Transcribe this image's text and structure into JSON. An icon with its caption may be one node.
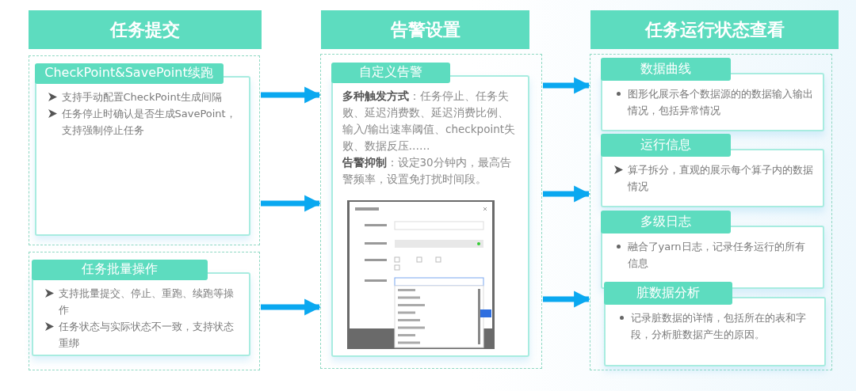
{
  "diagram": {
    "nodes": [
      {
        "text": [
          "任务提交"
        ]
      },
      {
        "text": [],
        "shape": "box"
      },
      {
        "text": [
          "CheckPoint&SavePoint续跑",
          "支持手动配置CheckPoint生成间隔",
          "任务停止时确认是否生成SavePoint，支持强制停止任务"
        ],
        "in": 1
      },
      {
        "text": [],
        "shape": "box"
      },
      {
        "text": [
          "任务批量操作",
          "支持批量提交、停止、重跑、续跑等操作",
          "任务状态与实际状态不一致，支持状态重绑"
        ],
        "in": 3
      },
      {
        "text": [
          "告警设置"
        ]
      },
      {
        "text": [],
        "shape": "box"
      },
      {
        "text": [
          "自定义告警",
          "**多种触发方式**：任务停止、任务失败、延迟消费数、延迟消费比例、输入/输出速率阈值、checkpoint失败、数据反压……",
          "**告警抑制**：设定30分钟内，最高告警频率，设置免打扰时间段。"
        ],
        "in": 6
      },
      {
        "text": [
          "任务运行状态查看"
        ]
      },
      {
        "text": [],
        "shape": "box"
      },
      {
        "text": [
          "数据曲线",
          "图形化展示各个数据源的的数据输入输出情况，包括异常情况"
        ],
        "in": 9
      },
      {
        "text": [
          "运行信息",
          "算子拆分，直观的展示每个算子内的数据情况"
        ],
        "in": 9
      },
      {
        "text": [
          "多级日志",
          "融合了yarn日志，记录任务运行的所有信息"
        ],
        "in": 9
      },
      {
        "text": [
          "脏数据分析",
          "记录脏数据的详情，包括所在的表和字段，分析脏数据产生的原因。"
        ],
        "in": 9
      }
    ],
    "edges": [
      {
        "from": 1,
        "to": 6,
        "arrow": "to"
      },
      {
        "from": 1,
        "to": 6,
        "arrow": "to"
      },
      {
        "from": 3,
        "to": 6,
        "arrow": "to"
      },
      {
        "from": 6,
        "to": 9,
        "arrow": "to"
      },
      {
        "from": 6,
        "to": 9,
        "arrow": "to"
      },
      {
        "from": 6,
        "to": 9,
        "arrow": "to"
      }
    ]
  }
}
